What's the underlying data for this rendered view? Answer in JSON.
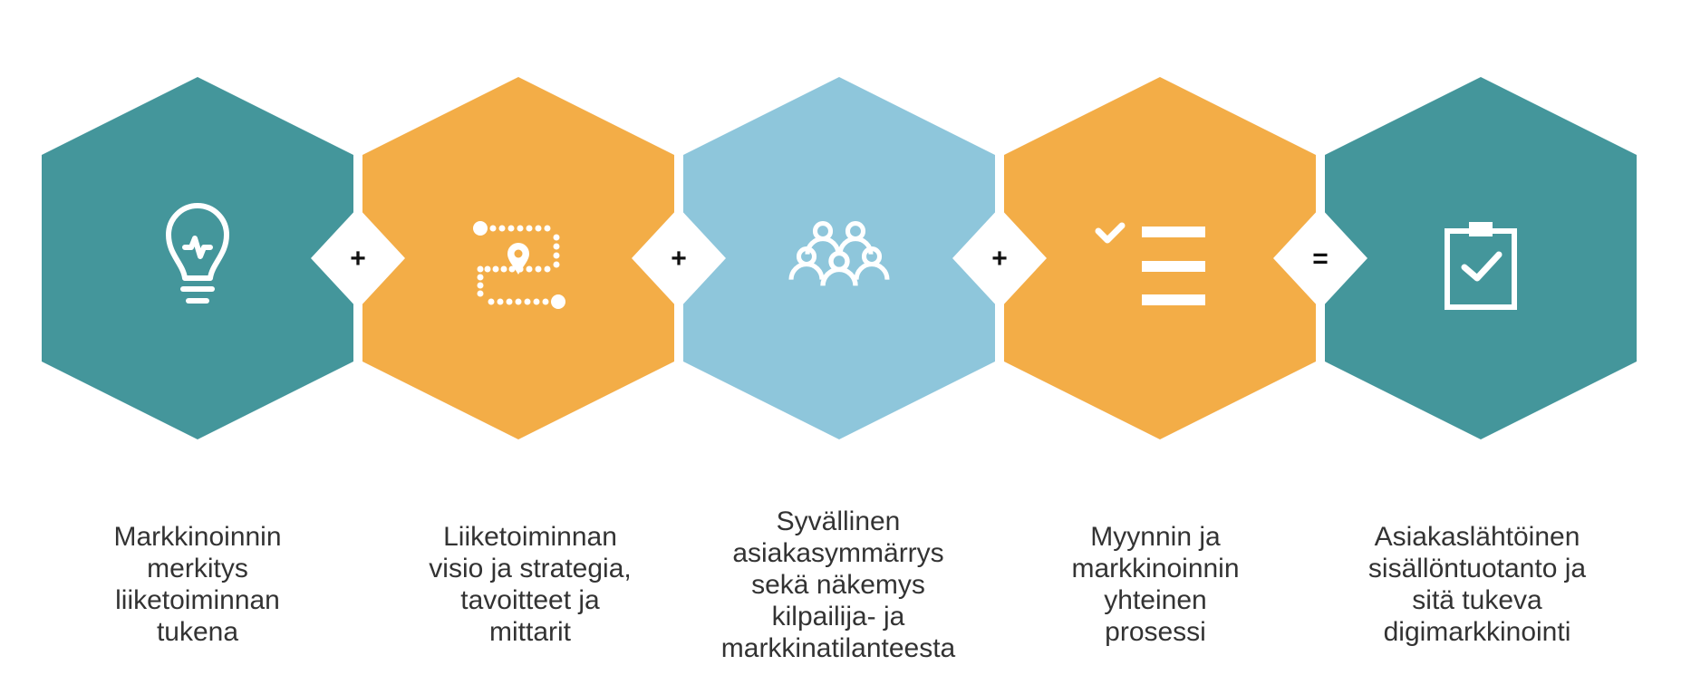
{
  "colors": {
    "teal": "#44969b",
    "orange": "#f3ad47",
    "light_blue": "#8ec6db",
    "icon": "#ffffff",
    "operator_bg": "#ffffff",
    "operator_text": "#111111",
    "label_text": "#333333"
  },
  "steps": [
    {
      "id": "step-1",
      "icon": "lightbulb-icon",
      "color": "#44969b",
      "label_lines": [
        "Markkinoinnin",
        "merkitys",
        "liiketoiminnan",
        "tukena"
      ]
    },
    {
      "id": "step-2",
      "icon": "route-map-icon",
      "color": "#f3ad47",
      "label_lines": [
        "Liiketoiminnan",
        "visio ja strategia,",
        "tavoitteet ja",
        "mittarit"
      ]
    },
    {
      "id": "step-3",
      "icon": "people-group-icon",
      "color": "#8ec6db",
      "label_lines": [
        "Syvällinen",
        "asiakasymmärrys",
        "sekä näkemys",
        "kilpailija- ja",
        "markkinatilanteesta"
      ]
    },
    {
      "id": "step-4",
      "icon": "checklist-icon",
      "color": "#f3ad47",
      "label_lines": [
        "Myynnin ja",
        "markkinoinnin",
        "yhteinen",
        "prosessi"
      ]
    },
    {
      "id": "step-5",
      "icon": "clipboard-check-icon",
      "color": "#44969b",
      "label_lines": [
        "Asiakaslähtöinen",
        "sisällöntuotanto ja",
        "sitä tukeva",
        "digimarkkinointi"
      ]
    }
  ],
  "operators": [
    "+",
    "+",
    "+",
    "="
  ]
}
